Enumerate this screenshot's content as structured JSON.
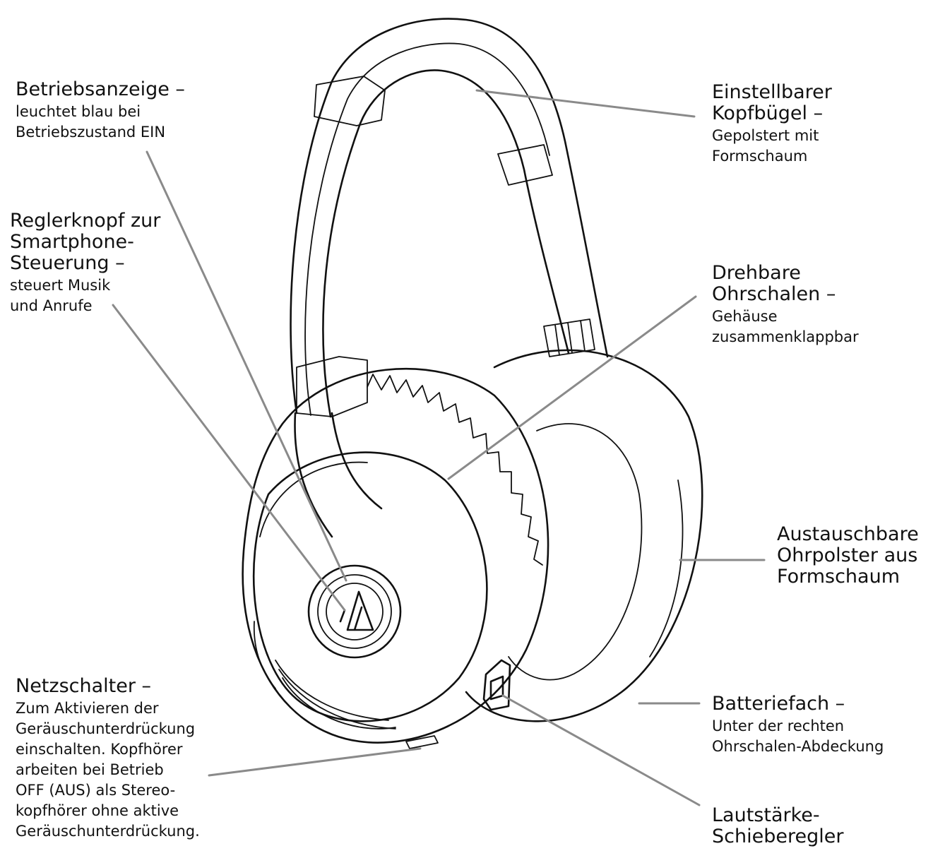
{
  "callouts": [
    {
      "id": "betriebsanzeige",
      "title": "Betriebsanzeige –",
      "sub": "leuchtet blau bei\nBetriebszustand EIN"
    },
    {
      "id": "reglerknopf",
      "title": "Reglerknopf zur\nSmartphone-\nSteuerung –",
      "sub": "steuert Musik\nund Anrufe"
    },
    {
      "id": "netzschalter",
      "title": "Netzschalter –",
      "sub": "Zum Aktivieren der\nGeräuschunterdrückung\neinschalten. Kopfhörer\narbeiten bei Betrieb\nOFF (AUS) als Stereo-\nkopfhörer ohne aktive\nGeräuschunterdrückung."
    },
    {
      "id": "kopfbuegel",
      "title": "Einstellbarer\nKopfbügel –",
      "sub": "Gepolstert mit\nFormschaum"
    },
    {
      "id": "ohrschalen",
      "title": "Drehbare\nOhrschalen –",
      "sub": "Gehäuse\nzusammenklappbar"
    },
    {
      "id": "ohrpolster",
      "title": "Austauschbare\nOhrpolster aus\nFormschaum",
      "sub": ""
    },
    {
      "id": "batteriefach",
      "title": "Batteriefach –",
      "sub": "Unter der rechten\nOhrschalen-Abdeckung"
    },
    {
      "id": "lautstaerke",
      "title": "Lautstärke-\nSchieberegler",
      "sub": ""
    }
  ]
}
